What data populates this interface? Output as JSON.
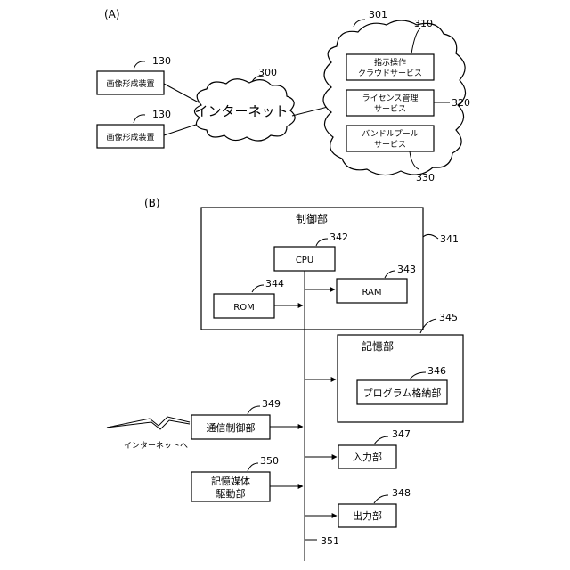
{
  "sections": {
    "a_label": "(A)",
    "b_label": "(B)"
  },
  "figure_a": {
    "device_top": {
      "text": "画像形成装置",
      "ref": "130"
    },
    "device_bottom": {
      "text": "画像形成装置",
      "ref": "130"
    },
    "internet": {
      "text": "インターネット",
      "ref": "300"
    },
    "cloud_ref": "301",
    "services": [
      {
        "line1": "指示操作",
        "line2": "クラウドサービス",
        "ref": "310"
      },
      {
        "line1": "ライセンス管理",
        "line2": "サービス",
        "ref": "320"
      },
      {
        "line1": "バンドルプール",
        "line2": "サービス",
        "ref": "330"
      }
    ]
  },
  "figure_b": {
    "control": {
      "title": "制御部",
      "ref": "341"
    },
    "cpu": {
      "text": "CPU",
      "ref": "342"
    },
    "ram": {
      "text": "RAM",
      "ref": "343"
    },
    "rom": {
      "text": "ROM",
      "ref": "344"
    },
    "storage": {
      "title": "記憶部",
      "ref": "345"
    },
    "program": {
      "text": "プログラム格納部",
      "ref": "346"
    },
    "input": {
      "text": "入力部",
      "ref": "347"
    },
    "output": {
      "text": "出力部",
      "ref": "348"
    },
    "comm": {
      "text": "通信制御部",
      "ref": "349"
    },
    "media": {
      "line1": "記憶媒体",
      "line2": "駆動部",
      "ref": "350"
    },
    "bus_ref": "351",
    "to_internet": "インターネットへ"
  }
}
